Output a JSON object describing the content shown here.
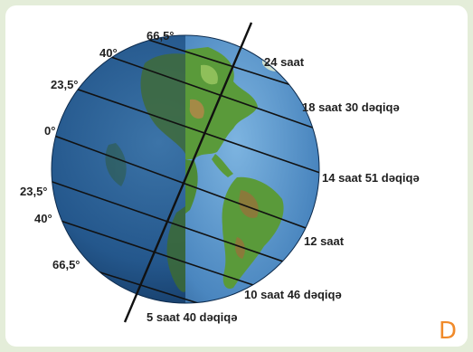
{
  "diagram": {
    "corner_letter": "D",
    "latitudes": [
      {
        "label": "66,5°",
        "side": "top"
      },
      {
        "label": "40°",
        "side": "north"
      },
      {
        "label": "23,5°",
        "side": "north"
      },
      {
        "label": "0°",
        "side": "equator"
      },
      {
        "label": "23,5°",
        "side": "south"
      },
      {
        "label": "40°",
        "side": "south"
      },
      {
        "label": "66,5°",
        "side": "south"
      }
    ],
    "day_lengths": [
      "24 saat",
      "18 saat 30 dəqiqə",
      "14 saat 51 dəqiqə",
      "12 saat",
      "10 saat 46 dəqiqə",
      "5 saat 40 dəqiqə"
    ],
    "colors": {
      "night_side": "#1d4a7a",
      "day_ocean": "#4a86bf",
      "land_green": "#5a9a3a",
      "land_brown": "#8a7a3a",
      "label_text": "#1f1f1f",
      "accent": "#f08a2a"
    }
  }
}
